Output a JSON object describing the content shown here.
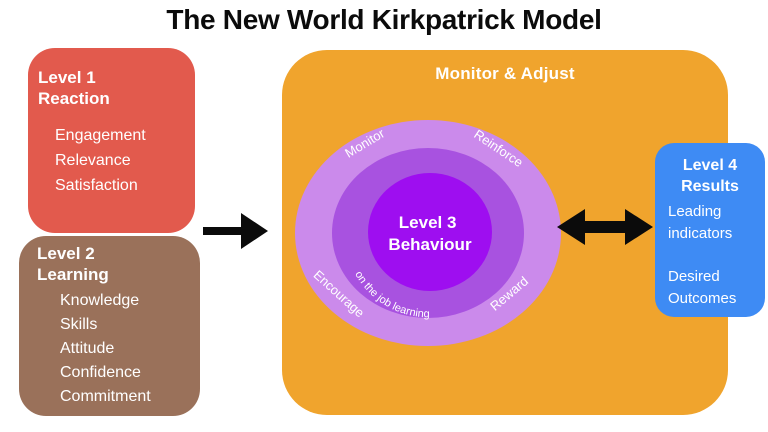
{
  "title": "The New World Kirkpatrick Model",
  "colors": {
    "level1_bg": "#E25A4D",
    "level2_bg": "#9A715A",
    "center_bg": "#F0A42D",
    "level4_bg": "#3E8BF4",
    "ring_outer": "#CB8AEB",
    "ring_middle": "#A852E0",
    "core": "#9E0EF0",
    "arrow": "#0b0b0b",
    "text_on_boxes": "#ffffff"
  },
  "level1": {
    "line1": "Level 1",
    "line2": "Reaction",
    "items": [
      "Engagement",
      "Relevance",
      "Satisfaction"
    ]
  },
  "level2": {
    "line1": "Level 2",
    "line2": "Learning",
    "items": [
      "Knowledge",
      "Skills",
      "Attitude",
      "Confidence",
      "Commitment"
    ]
  },
  "center": {
    "banner": "Monitor & Adjust",
    "core_line1": "Level 3",
    "core_line2": "Behaviour",
    "ring_top_left": "Monitor",
    "ring_top_right": "Reinforce",
    "ring_bottom_left": "Encourage",
    "ring_bottom_right": "Reward",
    "arc_text": "on the job learning"
  },
  "level4": {
    "line1": "Level 4",
    "line2": "Results",
    "item1": "Leading indicators",
    "item2": "Desired Outcomes"
  }
}
